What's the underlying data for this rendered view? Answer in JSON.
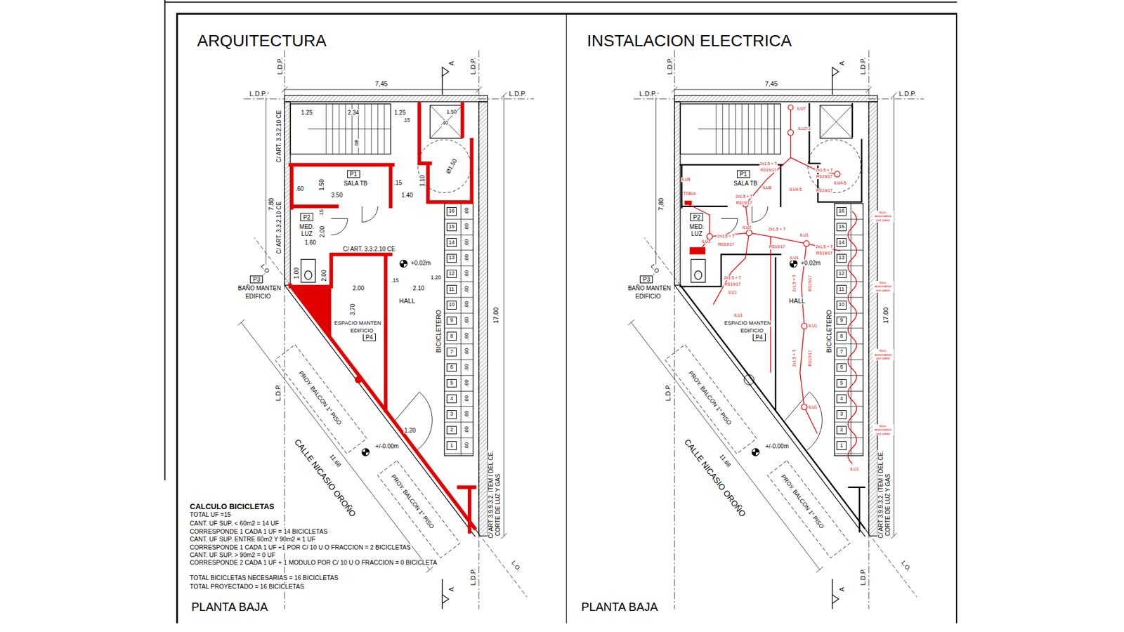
{
  "diagram": {
    "nodes": [
      {
        "text": [
          "ARQUITECTURA",
          "PLANTA BAJA"
        ]
      },
      {
        "text": [
          "P1"
        ],
        "in": 0
      },
      {
        "text": [
          "P2"
        ],
        "in": 0
      },
      {
        "text": [
          "P3"
        ],
        "in": 0
      },
      {
        "text": [
          "P4"
        ],
        "in": 0
      },
      {
        "text": [
          "16"
        ],
        "in": 0
      },
      {
        "text": [
          "15"
        ],
        "in": 0
      },
      {
        "text": [
          "14"
        ],
        "in": 0
      },
      {
        "text": [
          "13"
        ],
        "in": 0
      },
      {
        "text": [
          "12"
        ],
        "in": 0
      },
      {
        "text": [
          "11"
        ],
        "in": 0
      },
      {
        "text": [
          "10"
        ],
        "in": 0
      },
      {
        "text": [
          "9"
        ],
        "in": 0
      },
      {
        "text": [
          "8"
        ],
        "in": 0
      },
      {
        "text": [
          "7"
        ],
        "in": 0
      },
      {
        "text": [
          "6"
        ],
        "in": 0
      },
      {
        "text": [
          "5"
        ],
        "in": 0
      },
      {
        "text": [
          "4"
        ],
        "in": 0
      },
      {
        "text": [
          "3"
        ],
        "in": 0
      },
      {
        "text": [
          "2"
        ],
        "in": 0
      },
      {
        "text": [
          "1"
        ],
        "in": 0
      },
      {
        "text": [
          "INSTALACION ELECTRICA",
          "PLANTA BAJA"
        ]
      },
      {
        "text": [
          "P1"
        ],
        "in": 21
      },
      {
        "text": [
          "P2"
        ],
        "in": 21
      },
      {
        "text": [
          "P3"
        ],
        "in": 21
      },
      {
        "text": [
          "P4"
        ],
        "in": 21
      },
      {
        "text": [
          "16"
        ],
        "in": 21
      },
      {
        "text": [
          "15"
        ],
        "in": 21
      },
      {
        "text": [
          "14"
        ],
        "in": 21
      },
      {
        "text": [
          "13"
        ],
        "in": 21
      },
      {
        "text": [
          "12"
        ],
        "in": 21
      },
      {
        "text": [
          "11"
        ],
        "in": 21
      },
      {
        "text": [
          "10"
        ],
        "in": 21
      },
      {
        "text": [
          "9"
        ],
        "in": 21
      },
      {
        "text": [
          "8"
        ],
        "in": 21
      },
      {
        "text": [
          "7"
        ],
        "in": 21
      },
      {
        "text": [
          "6"
        ],
        "in": 21
      },
      {
        "text": [
          "5"
        ],
        "in": 21
      },
      {
        "text": [
          "4"
        ],
        "in": 21
      },
      {
        "text": [
          "3"
        ],
        "in": 21
      },
      {
        "text": [
          "2"
        ],
        "in": 21
      },
      {
        "text": [
          "1"
        ],
        "in": 21
      }
    ],
    "labels": [
      "L.D.P.",
      "L.D.P.",
      "L.D.P.",
      "L.D.P.",
      "A",
      "7,45",
      "1.25",
      "2.34",
      "1.25",
      ".15",
      "1.50",
      ".40",
      ".08",
      "Ø1.50",
      "1.10",
      "SALA TB",
      "1.50",
      ".60",
      "3.50",
      ".15",
      "1.40",
      "MED.",
      "LUZ",
      "1.60",
      "2.00",
      ".15",
      "C/ ART. 3.3.2.10 CE",
      "+0.02m",
      "1.00",
      "2.00",
      "2.00",
      ".15",
      "2.10",
      "1.20",
      "HALL",
      "3.70",
      "ESPACIO MANTEN",
      "EDIFICIO",
      "BICICLETERO",
      "1.20",
      "+/-0.00m",
      "7.80",
      "C/ ART. 3.3.2.10 CE",
      "C/ ART. 3.3.2.10 CE",
      "L.O",
      "BAÑO MANTEN",
      "EDIFICIO",
      "L.D.P.",
      "PROY. BALCON 1° PISO",
      "11.68",
      "CALLE NICASIO OROÑO",
      "PROY. BALCON 1° PISO",
      "17.00",
      "C/ ART 3.9.9.3.2. ITEM I DEL CE.",
      "CORTE DE LUZ Y GAS",
      "L.D.P.",
      "A",
      "L.O.",
      ".60",
      ".60",
      ".60",
      ".60",
      ".60",
      ".60",
      ".60",
      ".60",
      ".60",
      ".60",
      ".60",
      ".60",
      ".60",
      ".60",
      ".60",
      ".60",
      "CALCULO BICICLETAS",
      "TOTAL UF =15",
      "CANT. UF SUP. < 60m2 = 14 UF",
      "CORRESPONDE 1 CADA 1 UF = 14 BICICLETAS",
      "CANT. UF SUP. ENTRE 60m2 Y 90m2 = 1 UF",
      "CORRESPONDE 1 CADA 1 UF +1 POR C/ 10 U O FRACCION = 2 BICICLETAS",
      "CANT. UF SUP. > 90m2 = 0 UF",
      "CORRESPONDE 2 CADA 1 UF + 1 MODULO POR C/ 10 U O FRACCION = 0 BICICLETA",
      "TOTAL BICICLETAS NECESARIAS = 16 BICICLETAS",
      "TOTAL PROYECTADO = 16 BICICLETAS",
      "L.D.P.",
      "L.D.P.",
      "L.D.P.",
      "L.D.P.",
      "A",
      "7,45",
      "SALA TB",
      "MED.",
      "LUZ",
      "+0.02m",
      "HALL",
      "ESPACIO MANTEN",
      "EDIFICIO",
      "BICICLETERO",
      "+/-0.00m",
      "7,80",
      "L.O",
      "BAÑO MANTEN",
      "EDIFICIO",
      "L.D.P.",
      "PROY. BALCON 1° PISO",
      "11.68",
      "CALLE NICASIO OROÑO",
      "PROY. BALCON 1° PISO",
      "17.00",
      "C/ ART 3.9.9.3.2. ITEM I DEL CE.",
      "CORTE DE LUZ Y GAS",
      "L.D.P.",
      "A",
      "L.O.",
      "ILU7",
      "ILU2-3",
      "2x1,5 + T",
      "RS19/17",
      "2x1,5 + T",
      "RS19/17",
      "ILU4-5",
      "ILU4-5",
      "RS19/17",
      "ILU8",
      "ILU8",
      "2x1,5 + T",
      "RS19/17",
      "TSBus",
      "ILU3",
      "2x1,5 + T",
      "RS19/17",
      "ILU2",
      "2x1,5 + T",
      "RS19/17",
      "ILU1",
      "2x1,5 + T",
      "RS19/17",
      "Ilum. automatico por paso",
      "2x1,5 + T",
      "RS19/17",
      "ILU1",
      "ILU1",
      "2x1,5 + T",
      "RS19/17",
      "Ilum. automatico por paso",
      "ILU1",
      "2x1,5 + T",
      "RS19/17",
      "Ilum. automatico por paso",
      "ILU1",
      "Ilum. automatico por paso",
      "ILU1",
      "ILU1"
    ]
  }
}
